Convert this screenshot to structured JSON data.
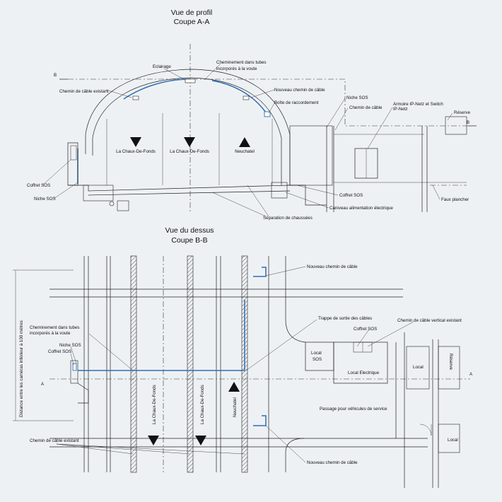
{
  "titles": {
    "profile_line1": "Vue de profil",
    "profile_line2": "Coupe A-A",
    "top_line1": "Vue du dessus",
    "top_line2": "Coupe B-B"
  },
  "profile_labels": {
    "eclairage": "Eclairage",
    "cheminement1": "Cheminement dans tubes",
    "cheminement2": "incorporés à la voute",
    "chemin_existant": "Chemin de câble existant",
    "nouveau_chemin": "Nouveau chemin de câble",
    "boite": "Boîte de raccordement",
    "niche_sos_r": "Niche SOS",
    "chemin_cable": "Chemin de câble",
    "armoire1": "Armoire IP-Netz et Switch",
    "armoire2": "IP-Netz",
    "reserve": "Réserve",
    "b_left": "B",
    "b_right": "B",
    "dir1": "La Chaux-De-Fonds",
    "dir2": "La Chaux-De-Fonds",
    "dir3": "Neuchatel",
    "coffret_sos": "Coffret SOS",
    "niche_sos": "Niche SOS",
    "coffret_sos_r": "Coffret SOS",
    "caniveau": "Caniveau alimentation électrique",
    "faux_plancher": "Faux plancher",
    "separation": "Séparation de chaussées"
  },
  "top_labels": {
    "nouveau_top": "Nouveau chemin de câble",
    "trappe": "Trappe de sortie des câbles",
    "vertical": "Chemin de câble vertical existant",
    "coffret_top": "Coffret SOS",
    "cheminement1": "Cheminement dans tubes",
    "cheminement2": "incorporés à la voute",
    "niche_sos": "Niche SOS",
    "coffret_sos": "Coffret SOS",
    "local_sos1": "Local",
    "local_sos2": "SOS",
    "local_elec": "Local Electrique",
    "local_r": "Local",
    "reserve": "Réserve",
    "a_left": "A",
    "a_right": "A",
    "passage": "Passage pour véhicules de service",
    "local_bottom": "Local",
    "side_text": "Distance entre les caméras inférieur à 100 mètres",
    "dir1": "La Chaux-De-Fonds",
    "dir2": "La Chaux-De-Fonds",
    "dir3": "Neuchatel",
    "chemin_existant": "Chemin de câble existant",
    "nouveau_bottom": "Nouveau chemin de câble"
  },
  "colors": {
    "cable": "#2f6fb3",
    "line": "#222222",
    "background": "#eef1f4"
  }
}
